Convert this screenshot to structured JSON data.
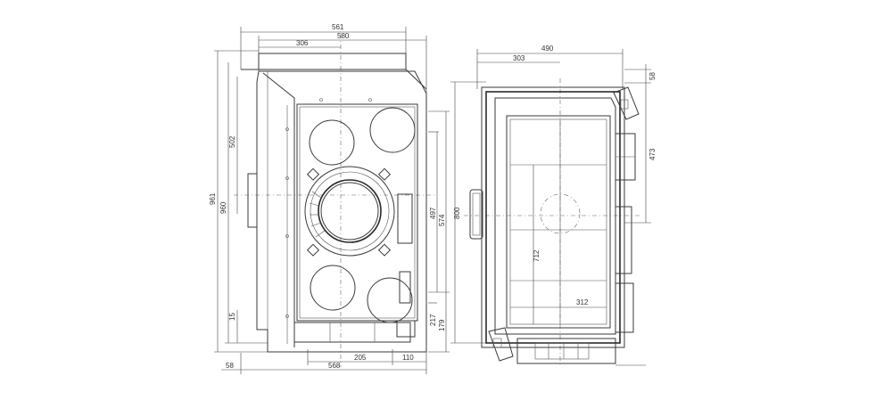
{
  "drawing": {
    "left_view": {
      "dimensions": {
        "top_561": "561",
        "top_580": "580",
        "top_306": "306",
        "left_961": "961",
        "left_960": "960",
        "left_502": "502",
        "left_15": "15",
        "right_497": "497",
        "right_574": "574",
        "right_217": "217",
        "right_179": "179",
        "bottom_205": "205",
        "bottom_110": "110",
        "bottom_58": "58",
        "bottom_568": "568"
      }
    },
    "right_view": {
      "dimensions": {
        "top_490": "490",
        "top_303": "303",
        "right_58": "58",
        "right_473": "473",
        "left_800": "800",
        "center_712": "712",
        "center_312": "312"
      }
    }
  }
}
